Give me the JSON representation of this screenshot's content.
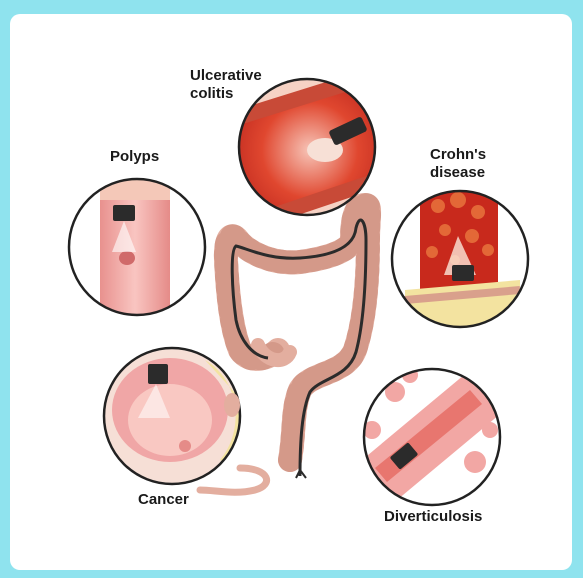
{
  "labels": {
    "ulcerative_colitis": "Ulcerative\ncolitis",
    "polyps": "Polyps",
    "crohns": "Crohn's\ndisease",
    "cancer": "Cancer",
    "diverticulosis": "Diverticulosis"
  },
  "colors": {
    "frame": "#8fe3ee",
    "colon": "#e8b6a8",
    "colon_dark": "#c98a7c",
    "scope": "#333333",
    "inflamed": "#d92b1f",
    "tissue_pink": "#f2a7a4",
    "fat_yellow": "#f3e3a0",
    "circle_border": "#222222"
  },
  "icons": [
    "endoscope-icon",
    "colon-icon"
  ]
}
